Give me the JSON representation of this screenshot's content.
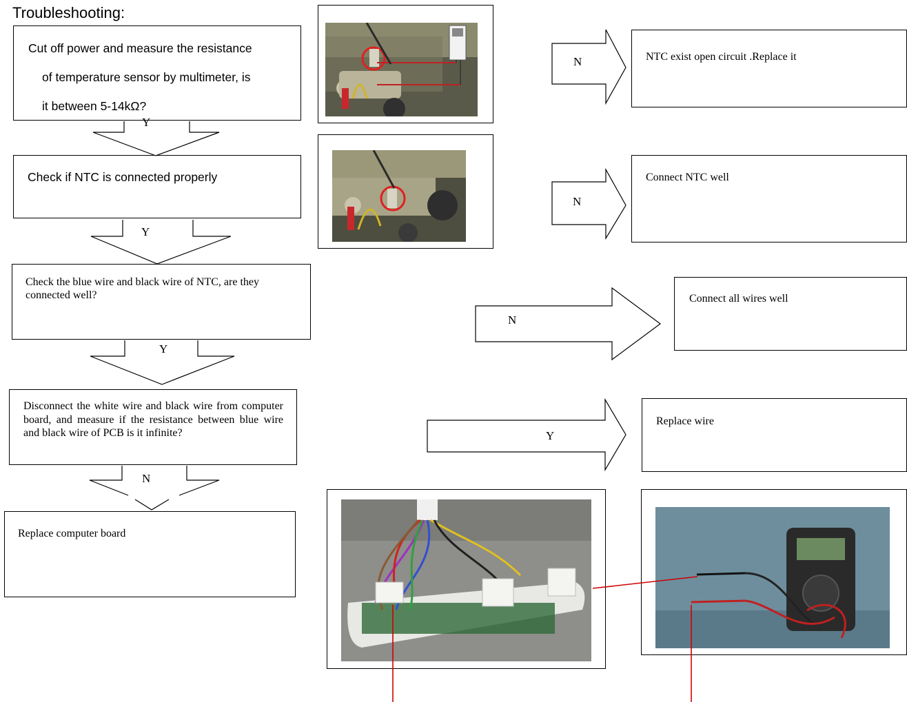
{
  "title": "Troubleshooting:",
  "steps": {
    "step1": {
      "lines": [
        "Cut off power and measure the resistance",
        "of temperature sensor by multimeter, is",
        "it between 5-14kΩ?"
      ]
    },
    "step2": {
      "text": "Check if NTC is connected properly"
    },
    "step3": {
      "text": "Check the blue wire and black wire of NTC, are they connected well?"
    },
    "step4": {
      "text": "Disconnect the white wire and black wire from computer board, and measure if the resistance between blue wire and black wire of PCB is it infinite?"
    },
    "step5": {
      "text": "Replace computer board"
    }
  },
  "outcomes": {
    "out1": {
      "text": "NTC exist open circuit .Replace it"
    },
    "out2": {
      "text": "Connect NTC well"
    },
    "out3": {
      "text": "Connect all wires well"
    },
    "out4": {
      "text": "Replace wire"
    }
  },
  "arrow_labels": {
    "d1": "Y",
    "d2": "Y",
    "d3": "Y",
    "d4": "N",
    "r1": "N",
    "r2": "N",
    "r3": "N",
    "r4": "Y"
  },
  "photos": [
    {
      "name": "photo-ntc-multimeter",
      "depicts": "water heater NTC sensor with multimeter probes"
    },
    {
      "name": "photo-ntc-connection",
      "depicts": "NTC sensor terminal connection circled"
    },
    {
      "name": "photo-computer-board",
      "depicts": "opened computer board housing with colored wires"
    },
    {
      "name": "photo-multimeter",
      "depicts": "digital multimeter with red and black probes"
    }
  ],
  "colors": {
    "line": "#000000",
    "pointer": "#d00000",
    "highlight": "#e02020"
  }
}
